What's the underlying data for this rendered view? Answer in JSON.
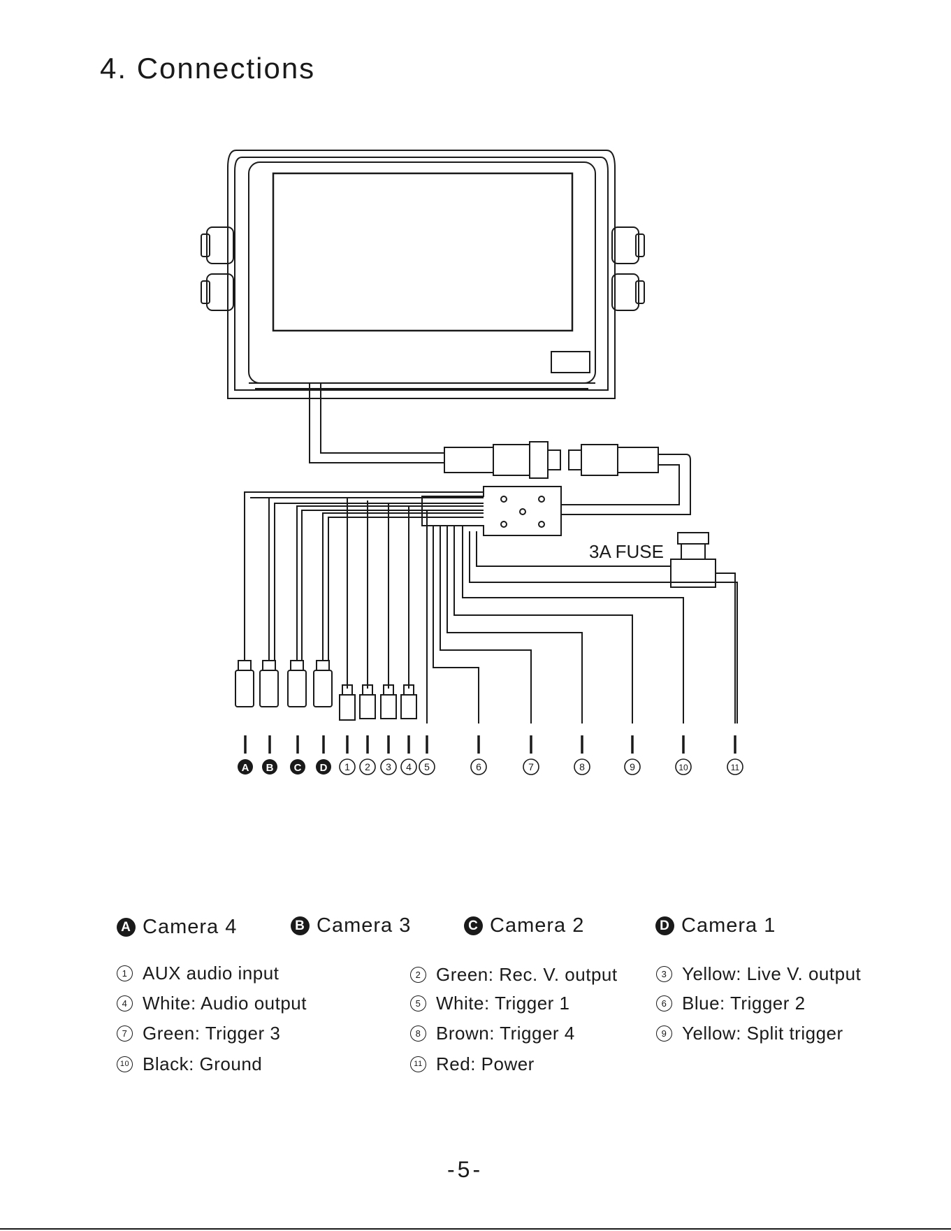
{
  "section_title": "4. Connections",
  "fuse_label": "3A FUSE",
  "diagram": {
    "bottom_labels": [
      "A",
      "B",
      "C",
      "D",
      "1",
      "2",
      "3",
      "4",
      "5",
      "6",
      "7",
      "8",
      "9",
      "10",
      "11"
    ]
  },
  "cameras": [
    {
      "badge": "A",
      "label": "Camera 4"
    },
    {
      "badge": "B",
      "label": "Camera  3"
    },
    {
      "badge": "C",
      "label": "Camera 2"
    },
    {
      "badge": "D",
      "label": "Camera  1"
    }
  ],
  "wires": [
    {
      "num": "1",
      "label": "AUX audio input"
    },
    {
      "num": "2",
      "label": "Green: Rec. V. output"
    },
    {
      "num": "3",
      "label": "Yellow: Live V. output"
    },
    {
      "num": "4",
      "label": "White: Audio output"
    },
    {
      "num": "5",
      "label": "White: Trigger 1"
    },
    {
      "num": "6",
      "label": "Blue: Trigger  2"
    },
    {
      "num": "7",
      "label": "Green: Trigger 3"
    },
    {
      "num": "8",
      "label": "Brown: Trigger 4"
    },
    {
      "num": "9",
      "label": "Yellow: Split trigger"
    },
    {
      "num": "10",
      "label": "Black:  Ground"
    },
    {
      "num": "11",
      "label": "Red: Power"
    }
  ],
  "page_number": "-5-"
}
